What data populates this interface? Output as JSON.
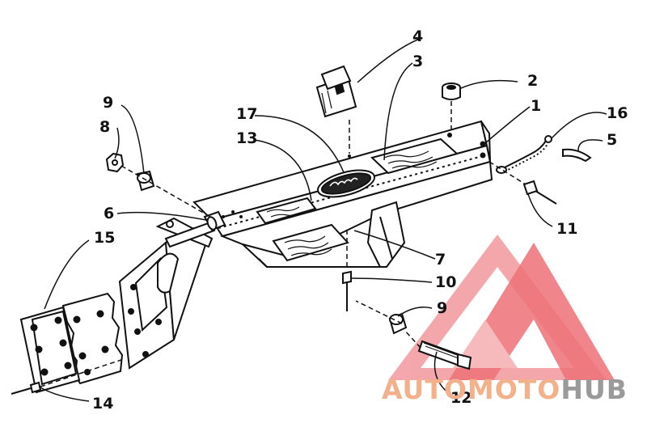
{
  "callouts": {
    "p1": "1",
    "p2": "2",
    "p3": "3",
    "p4": "4",
    "p5": "5",
    "p6": "6",
    "p7": "7",
    "p8": "8",
    "p9a": "9",
    "p9b": "9",
    "p10": "10",
    "p11": "11",
    "p12": "12",
    "p13": "13",
    "p14": "14",
    "p15": "15",
    "p16": "16",
    "p17": "17"
  },
  "watermark": {
    "text_part1": "AUTOMOTO",
    "text_part2": "HUB",
    "logo_color": "#e8424a",
    "text_color_1": "#f3b08a",
    "text_color_2": "#9a9a9a"
  },
  "colors": {
    "ink": "#111111",
    "paper": "#ffffff"
  }
}
